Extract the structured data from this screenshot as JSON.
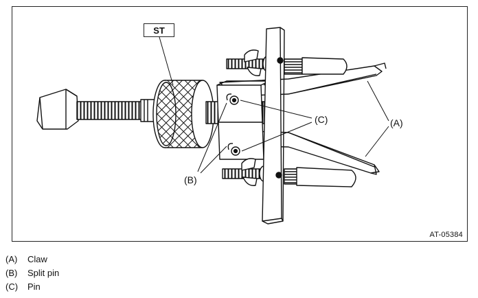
{
  "figure": {
    "tool_label": "ST",
    "callouts": {
      "a": "(A)",
      "b": "(B)",
      "c": "(C)"
    },
    "code": "AT-05384"
  },
  "legend": [
    {
      "key": "(A)",
      "text": "Claw"
    },
    {
      "key": "(B)",
      "text": "Split pin"
    },
    {
      "key": "(C)",
      "text": "Pin"
    }
  ]
}
